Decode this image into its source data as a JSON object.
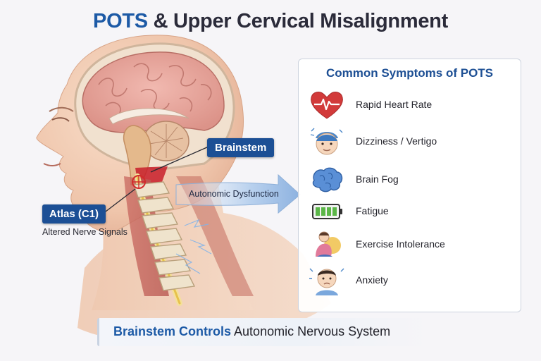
{
  "title": {
    "accent": "POTS",
    "rest": " & Upper Cervical Misalignment"
  },
  "callouts": {
    "brainstem": "Brainstem",
    "atlas": "Atlas (C1)",
    "altered_signals": "Altered Nerve Signals",
    "autonomic_dysfunction": "Autonomic Dysfunction"
  },
  "panel": {
    "title": "Common Symptoms of POTS",
    "symptoms": [
      {
        "label": "Rapid Heart Rate",
        "icon": "heart-rate-icon"
      },
      {
        "label": "Dizziness / Vertigo",
        "icon": "dizzy-face-icon"
      },
      {
        "label": "Brain Fog",
        "icon": "brain-icon"
      },
      {
        "label": "Fatigue",
        "icon": "battery-icon"
      },
      {
        "label": "Exercise Intolerance",
        "icon": "exhausted-person-icon"
      },
      {
        "label": "Anxiety",
        "icon": "anxious-face-icon"
      }
    ]
  },
  "banner": {
    "strong": "Brainstem Controls",
    "rest": " Autonomic Nervous System"
  },
  "colors": {
    "accent_blue": "#1d5aa6",
    "callout_blue": "#1c4f95",
    "heart_red": "#d23a3a"
  }
}
